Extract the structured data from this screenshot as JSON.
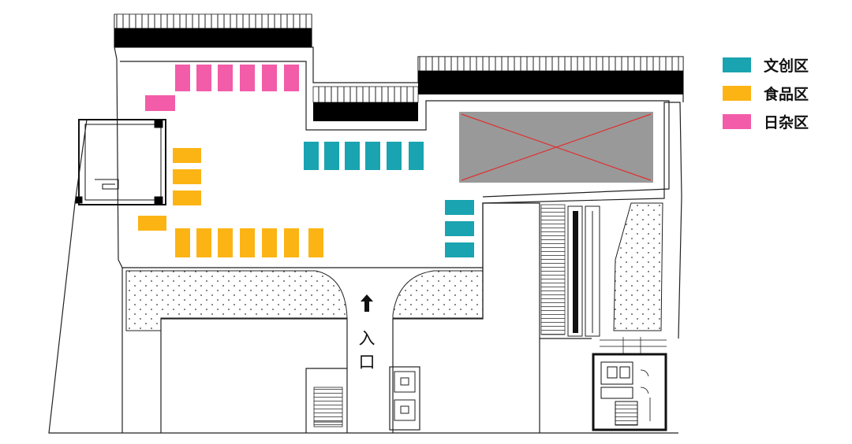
{
  "legend": [
    {
      "label": "文创区",
      "color": "#1aa3b0"
    },
    {
      "label": "食品区",
      "color": "#fcb415"
    },
    {
      "label": "日杂区",
      "color": "#f25ca8"
    }
  ],
  "entrance": {
    "label": "入口"
  },
  "colors": {
    "wall": "#000000",
    "void": "#999999",
    "void_cross": "#e03030"
  },
  "icons": [
    "up-arrow-icon",
    "escalator-icon",
    "stair-icon",
    "elevator-icon"
  ]
}
